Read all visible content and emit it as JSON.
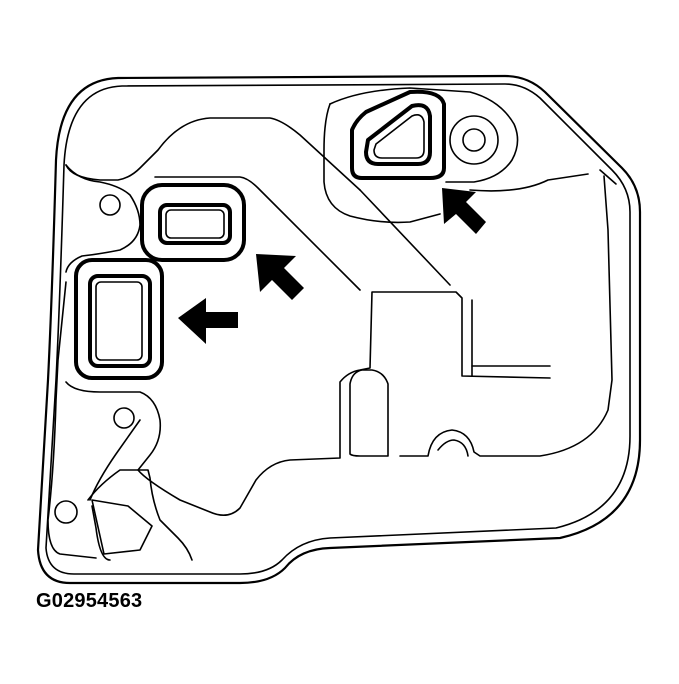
{
  "figure": {
    "id_label": "G02954563",
    "description": "Line drawing of transmission valve body / oil pan gasket with three arrows pointing to seal locations",
    "arrows": [
      {
        "name": "arrow-left-seal",
        "direction": "left"
      },
      {
        "name": "arrow-center-seal",
        "direction": "up-left"
      },
      {
        "name": "arrow-top-seal",
        "direction": "up-left"
      }
    ],
    "colors": {
      "line": "#000000",
      "background": "#ffffff"
    }
  }
}
